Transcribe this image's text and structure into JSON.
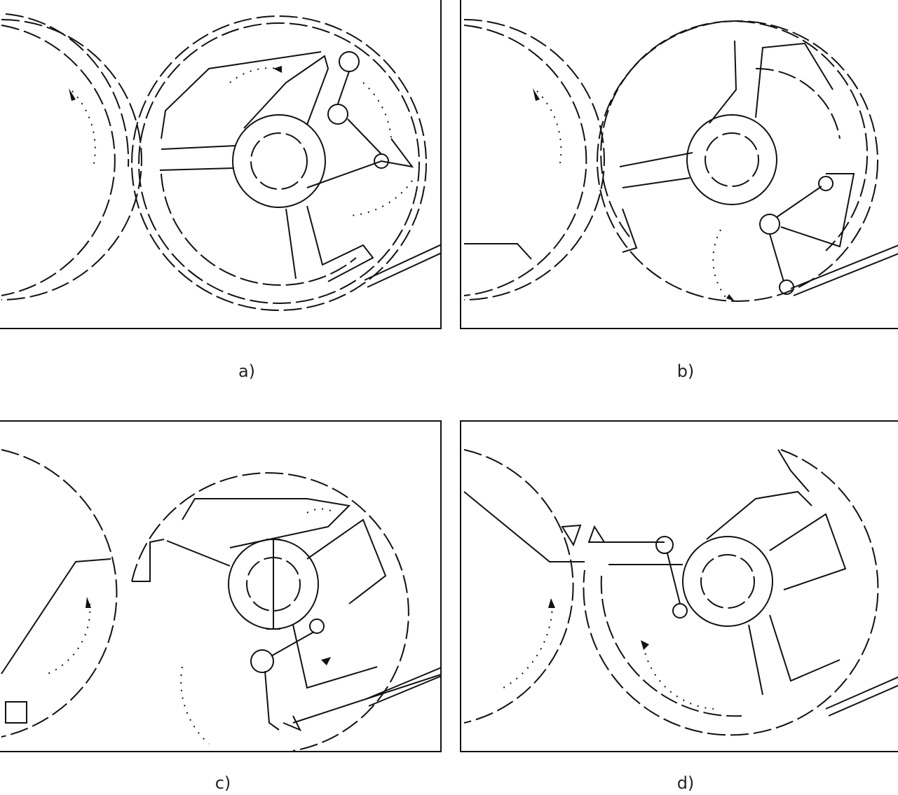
{
  "figure": {
    "panels": [
      {
        "id": "a",
        "caption": "a)"
      },
      {
        "id": "b",
        "caption": "b)"
      },
      {
        "id": "c",
        "caption": "c)"
      },
      {
        "id": "d",
        "caption": "d)"
      }
    ]
  }
}
